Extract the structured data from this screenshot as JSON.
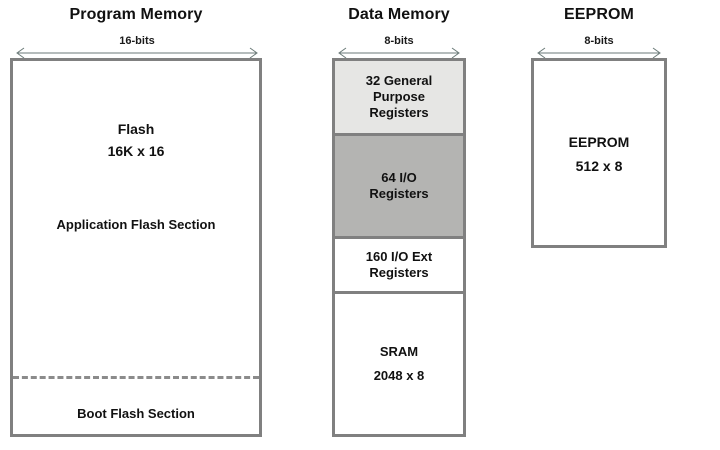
{
  "diagram": {
    "title_program": "Program Memory",
    "title_data": "Data Memory",
    "title_eeprom": "EEPROM",
    "colors": {
      "border": "#808080",
      "light_gray": "#e6e6e4",
      "medium_gray": "#b4b4b2",
      "white": "#ffffff",
      "arrow": "#6b7a78",
      "text": "#111111"
    }
  },
  "program_memory": {
    "title": "Program Memory",
    "width_label": "16-bits",
    "flash_name": "Flash",
    "flash_size": "16K x 16",
    "application_section": "Application Flash Section",
    "boot_section": "Boot Flash Section"
  },
  "data_memory": {
    "title": "Data Memory",
    "width_label": "8-bits",
    "segments": [
      {
        "name": "general-purpose-registers",
        "lines": [
          "32 General",
          "Purpose",
          "Registers"
        ],
        "fill": "#e6e6e4"
      },
      {
        "name": "io-registers",
        "lines": [
          "64 I/O",
          "Registers"
        ],
        "fill": "#b4b4b2"
      },
      {
        "name": "io-ext-registers",
        "lines": [
          "160 I/O Ext",
          "Registers"
        ],
        "fill": "#ffffff"
      },
      {
        "name": "sram",
        "lines": [
          "SRAM",
          "2048 x 8"
        ],
        "fill": "#ffffff"
      }
    ]
  },
  "eeprom": {
    "title": "EEPROM",
    "width_label": "8-bits",
    "name": "EEPROM",
    "size": "512 x 8"
  }
}
